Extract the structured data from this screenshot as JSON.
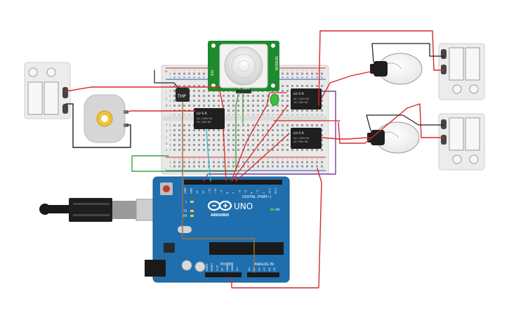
{
  "arduino": {
    "brand_label": "ARDUINO",
    "model_label": "UNO",
    "digital_label": "DIGITAL (PWM~)",
    "power_label": "POWER",
    "analog_label": "ANALOG IN",
    "digital_pins": [
      "AREF",
      "GND",
      "13",
      "12",
      "~11",
      "~10",
      "~9",
      "8",
      "7",
      "~6",
      "~5",
      "4",
      "~3",
      "2",
      "TX 1",
      "RX 0"
    ],
    "power_pins": [
      "IOREF",
      "RESET",
      "3.3V",
      "5V",
      "GND",
      "GND",
      "Vin"
    ],
    "analog_pins": [
      "A0",
      "A1",
      "A2",
      "A3",
      "A4",
      "A5"
    ],
    "led_l": "L",
    "led_tx": "TX",
    "led_rx": "RX",
    "led_on": "ON"
  },
  "pir": {
    "side_left": "PIR",
    "side_right": "SENSOR",
    "pins": [
      "+",
      "OUT",
      "-"
    ]
  },
  "thermistor": {
    "label": "THP"
  },
  "relays": [
    {
      "id": "relay-1",
      "label": "LU-5-R",
      "line1": "24 / 125V AC",
      "line2": "24 / 30V DC"
    },
    {
      "id": "relay-2",
      "label": "LU-5-R",
      "line1": "24 / 125V AC",
      "line2": "24 / 30V DC"
    },
    {
      "id": "relay-3",
      "label": "LU-5-R",
      "line1": "24 / 125V AC",
      "line2": "24 / 30V DC"
    }
  ],
  "breadboard": {
    "row_letters_top": [
      "j",
      "i",
      "h",
      "g",
      "f"
    ],
    "row_letters_bottom": [
      "e",
      "d",
      "c",
      "b",
      "a"
    ]
  },
  "colors": {
    "arduino_blue": "#1f6fae",
    "wire_red": "#d62828",
    "wire_green": "#3aa53a",
    "wire_purple": "#7b3fa0",
    "wire_brown": "#a0703a",
    "wire_cyan": "#3bb6d0",
    "wire_black": "#222222",
    "pir_green": "#1e8a2e"
  }
}
